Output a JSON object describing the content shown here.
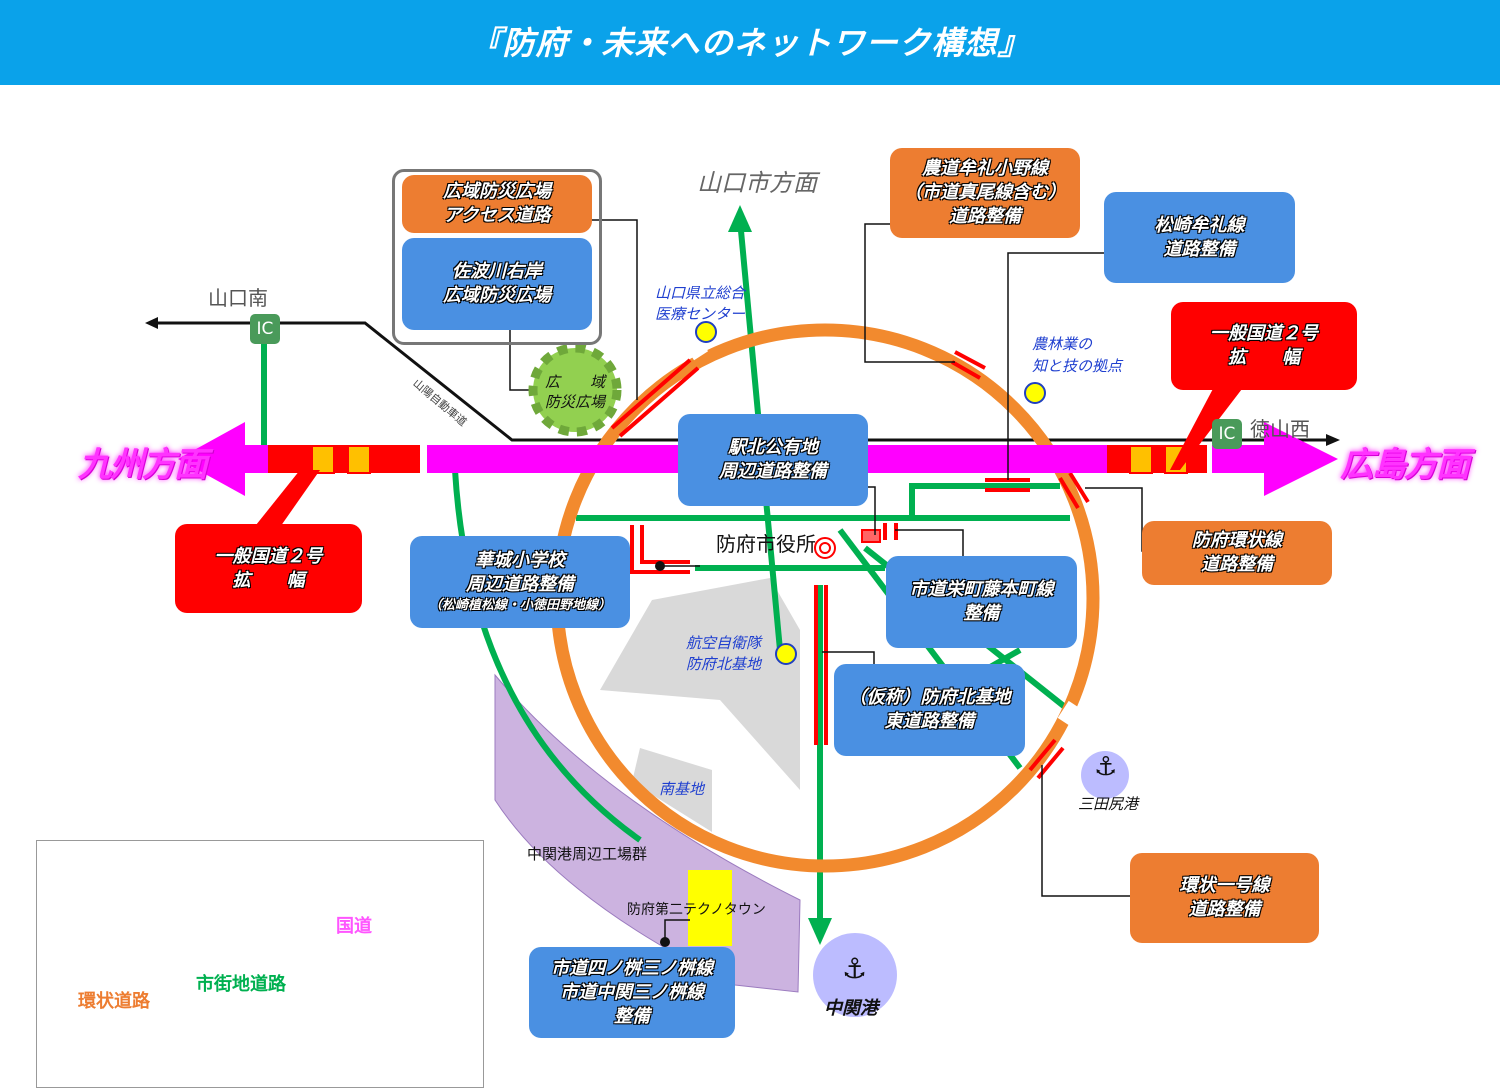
{
  "title": "『防府・未来へのネットワーク構想』",
  "directions": {
    "kyushu": "九州方面",
    "hiroshima": "広島方面",
    "yamaguchi": "山口市方面",
    "yamaguchi_minami": "山口南",
    "tokuyama_nishi": "徳山西",
    "ic": "IC",
    "sanyo_expressway": "山陽自動車道"
  },
  "boxes": {
    "access_road": [
      "広域防災広場",
      "アクセス道路"
    ],
    "sabagawa": [
      "佐波川右岸",
      "広域防災広場"
    ],
    "nodo_mure": [
      "農道牟礼小野線",
      "（市道真尾線含む）",
      "道路整備"
    ],
    "matsuzaki_mure": [
      "松崎牟礼線",
      "道路整備"
    ],
    "route2_east": [
      "一般国道２号",
      "拡　　幅"
    ],
    "route2_west": [
      "一般国道２号",
      "拡　　幅"
    ],
    "ekikita": [
      "駅北公有地",
      "周辺道路整備"
    ],
    "hanagi": [
      "華城小学校",
      "周辺道路整備"
    ],
    "hanagi_sub": "（松崎植松線・小徳田野地線）",
    "sakaemachi": [
      "市道栄町藤本町線",
      "整備"
    ],
    "hofu_kanjo": [
      "防府環状線",
      "道路整備"
    ],
    "kitakichi_east": [
      "（仮称）防府北基地",
      "東道路整備"
    ],
    "kanjo1": [
      "環状一号線",
      "道路整備"
    ],
    "shinoshi": [
      "市道四ノ桝三ノ桝線",
      "市道中関三ノ桝線",
      "整備"
    ]
  },
  "labels": {
    "disaster_plaza": [
      "広　　域",
      "防災広場"
    ],
    "medical_center": [
      "山口県立総合",
      "医療センター"
    ],
    "agri_base": [
      "農林業の",
      "知と技の拠点"
    ],
    "city_hall": "防府市役所",
    "asdf_base": [
      "航空自衛隊",
      "防府北基地"
    ],
    "south_base": "南基地",
    "factories": "中関港周辺工場群",
    "technotown": "防府第二テクノタウン",
    "mitajiri_port": "三田尻港",
    "nakanoseki_port": "中関港"
  },
  "legend": {
    "national_road": "国道",
    "ring_road": "環状道路",
    "city_road": "市街地道路"
  },
  "colors": {
    "header": "#0aa2ea",
    "national_road": "#ff00ff",
    "ring_road": "#f28a2e",
    "city_road": "#00b050",
    "widening": "#ff0000",
    "blue_box": "#4a90e2",
    "orange_box": "#ed7d31"
  }
}
